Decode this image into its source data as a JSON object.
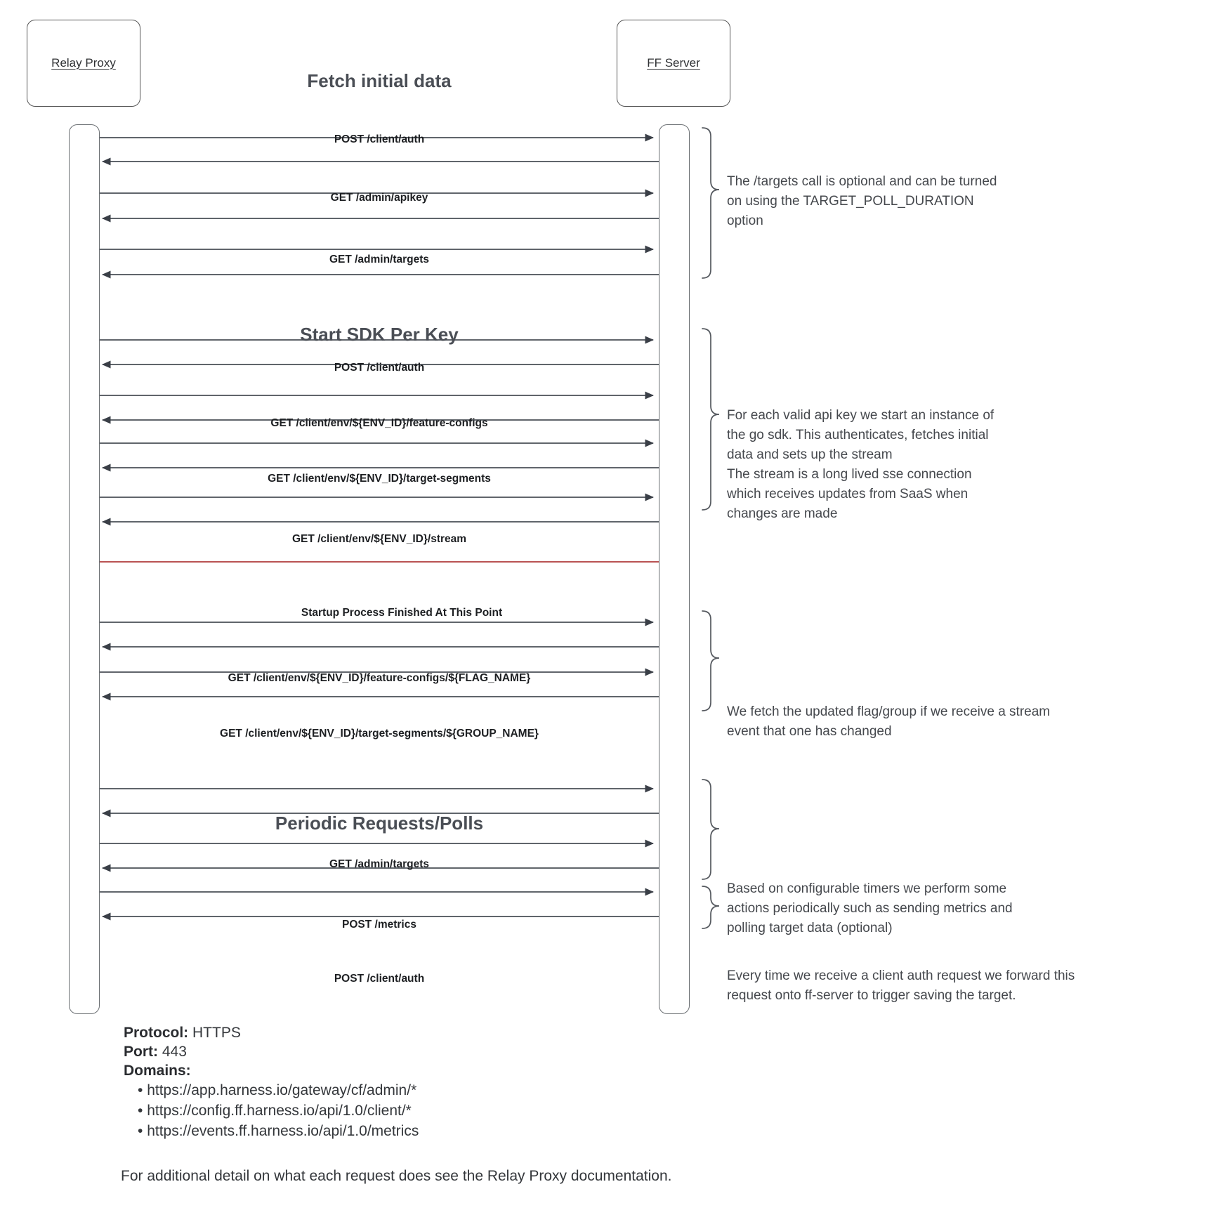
{
  "diagram": {
    "participants": [
      {
        "name": "Relay Proxy"
      },
      {
        "name": "FF Server"
      }
    ],
    "sections": [
      {
        "title": "Fetch initial data"
      },
      {
        "title": "Start SDK Per Key"
      },
      {
        "title": "Periodic Requests/Polls"
      }
    ],
    "messages": [
      {
        "label": "POST /client/auth"
      },
      {
        "label": "GET /admin/apikey"
      },
      {
        "label": "GET /admin/targets"
      },
      {
        "label": "POST /client/auth"
      },
      {
        "label": "GET /client/env/${ENV_ID}/feature-configs"
      },
      {
        "label": "GET /client/env/${ENV_ID}/target-segments"
      },
      {
        "label": "GET /client/env/${ENV_ID}/stream"
      },
      {
        "label": "GET /client/env/${ENV_ID}/feature-configs/${FLAG_NAME}"
      },
      {
        "label": "GET /client/env/${ENV_ID}/target-segments/${GROUP_NAME}"
      },
      {
        "label": "GET /admin/targets"
      },
      {
        "label": "POST /metrics"
      },
      {
        "label": "POST /client/auth"
      }
    ],
    "divider": {
      "label": "Startup Process Finished At This Point",
      "color": "#b03a3a"
    },
    "notes": [
      {
        "text": "The /targets call is optional and can be turned\non using the TARGET_POLL_DURATION\noption"
      },
      {
        "text": "For each valid api key we start an instance of\nthe go sdk. This authenticates, fetches initial\ndata and sets up the stream\nThe stream is a long lived sse connection\nwhich receives updates from SaaS when\nchanges are made"
      },
      {
        "text": "We fetch the updated flag/group if we receive a stream\nevent that one has changed"
      },
      {
        "text": "Based on configurable timers we perform some\nactions periodically such as sending metrics and\npolling target data (optional)"
      },
      {
        "text": "Every time we receive a client auth request we forward this\nrequest onto ff-server to trigger saving the target."
      }
    ]
  },
  "footer": {
    "protocol_label": "Protocol:",
    "protocol_value": "HTTPS",
    "port_label": "Port:",
    "port_value": "443",
    "domains_label": "Domains:",
    "domains": [
      "https://app.harness.io/gateway/cf/admin/*",
      "https://config.ff.harness.io/api/1.0/client/*",
      "https://events.ff.harness.io/api/1.0/metrics"
    ],
    "closing_note": "For additional detail on what each request does see the Relay Proxy documentation."
  }
}
